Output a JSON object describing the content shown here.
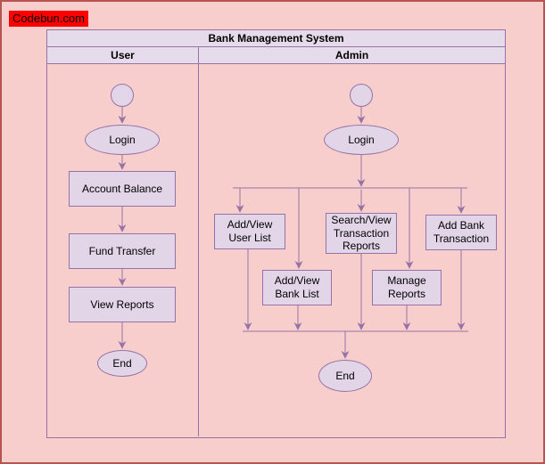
{
  "watermark": {
    "label": "Codebun.com"
  },
  "diagram": {
    "title": "Bank Management System",
    "type": "swimlane-activity-diagram",
    "lanes": [
      {
        "label": "User"
      },
      {
        "label": "Admin"
      }
    ],
    "nodes": {
      "user_start": {
        "label": "",
        "shape": "start-circle",
        "lane": "User"
      },
      "user_login": {
        "label": "Login",
        "shape": "ellipse",
        "lane": "User"
      },
      "account_balance": {
        "label": "Account Balance",
        "shape": "rect",
        "lane": "User"
      },
      "fund_transfer": {
        "label": "Fund Transfer",
        "shape": "rect",
        "lane": "User"
      },
      "view_reports": {
        "label": "View Reports",
        "shape": "rect",
        "lane": "User"
      },
      "user_end": {
        "label": "End",
        "shape": "ellipse",
        "lane": "User"
      },
      "admin_start": {
        "label": "",
        "shape": "start-circle",
        "lane": "Admin"
      },
      "admin_login": {
        "label": "Login",
        "shape": "ellipse",
        "lane": "Admin"
      },
      "add_view_user_list": {
        "label": "Add/View User List",
        "shape": "rect",
        "lane": "Admin"
      },
      "search_view_transaction_reports": {
        "label": "Search/View Transaction Reports",
        "shape": "rect",
        "lane": "Admin"
      },
      "add_bank_transaction": {
        "label": "Add Bank Transaction",
        "shape": "rect",
        "lane": "Admin"
      },
      "add_view_bank_list": {
        "label": "Add/View Bank List",
        "shape": "rect",
        "lane": "Admin"
      },
      "manage_reports": {
        "label": "Manage Reports",
        "shape": "rect",
        "lane": "Admin"
      },
      "admin_end": {
        "label": "End",
        "shape": "ellipse",
        "lane": "Admin"
      }
    },
    "edges": [
      "user_start->user_login",
      "user_login->account_balance",
      "account_balance->fund_transfer",
      "fund_transfer->view_reports",
      "view_reports->user_end",
      "admin_start->admin_login",
      "admin_login->add_view_user_list",
      "admin_login->add_view_bank_list",
      "admin_login->search_view_transaction_reports",
      "admin_login->manage_reports",
      "admin_login->add_bank_transaction",
      "add_view_user_list->admin_end",
      "add_view_bank_list->admin_end",
      "search_view_transaction_reports->admin_end",
      "manage_reports->admin_end",
      "add_bank_transaction->admin_end"
    ]
  },
  "colors": {
    "canvas_bg": "#f8cecc",
    "canvas_border": "#b85450",
    "watermark_bg": "#ff0000",
    "watermark_text": "#000000",
    "lane_header_bg": "#e5dbea",
    "shape_fill": "#e1d5e7",
    "shape_stroke": "#9673a6",
    "connector": "#9673a6",
    "text": "#000000"
  }
}
